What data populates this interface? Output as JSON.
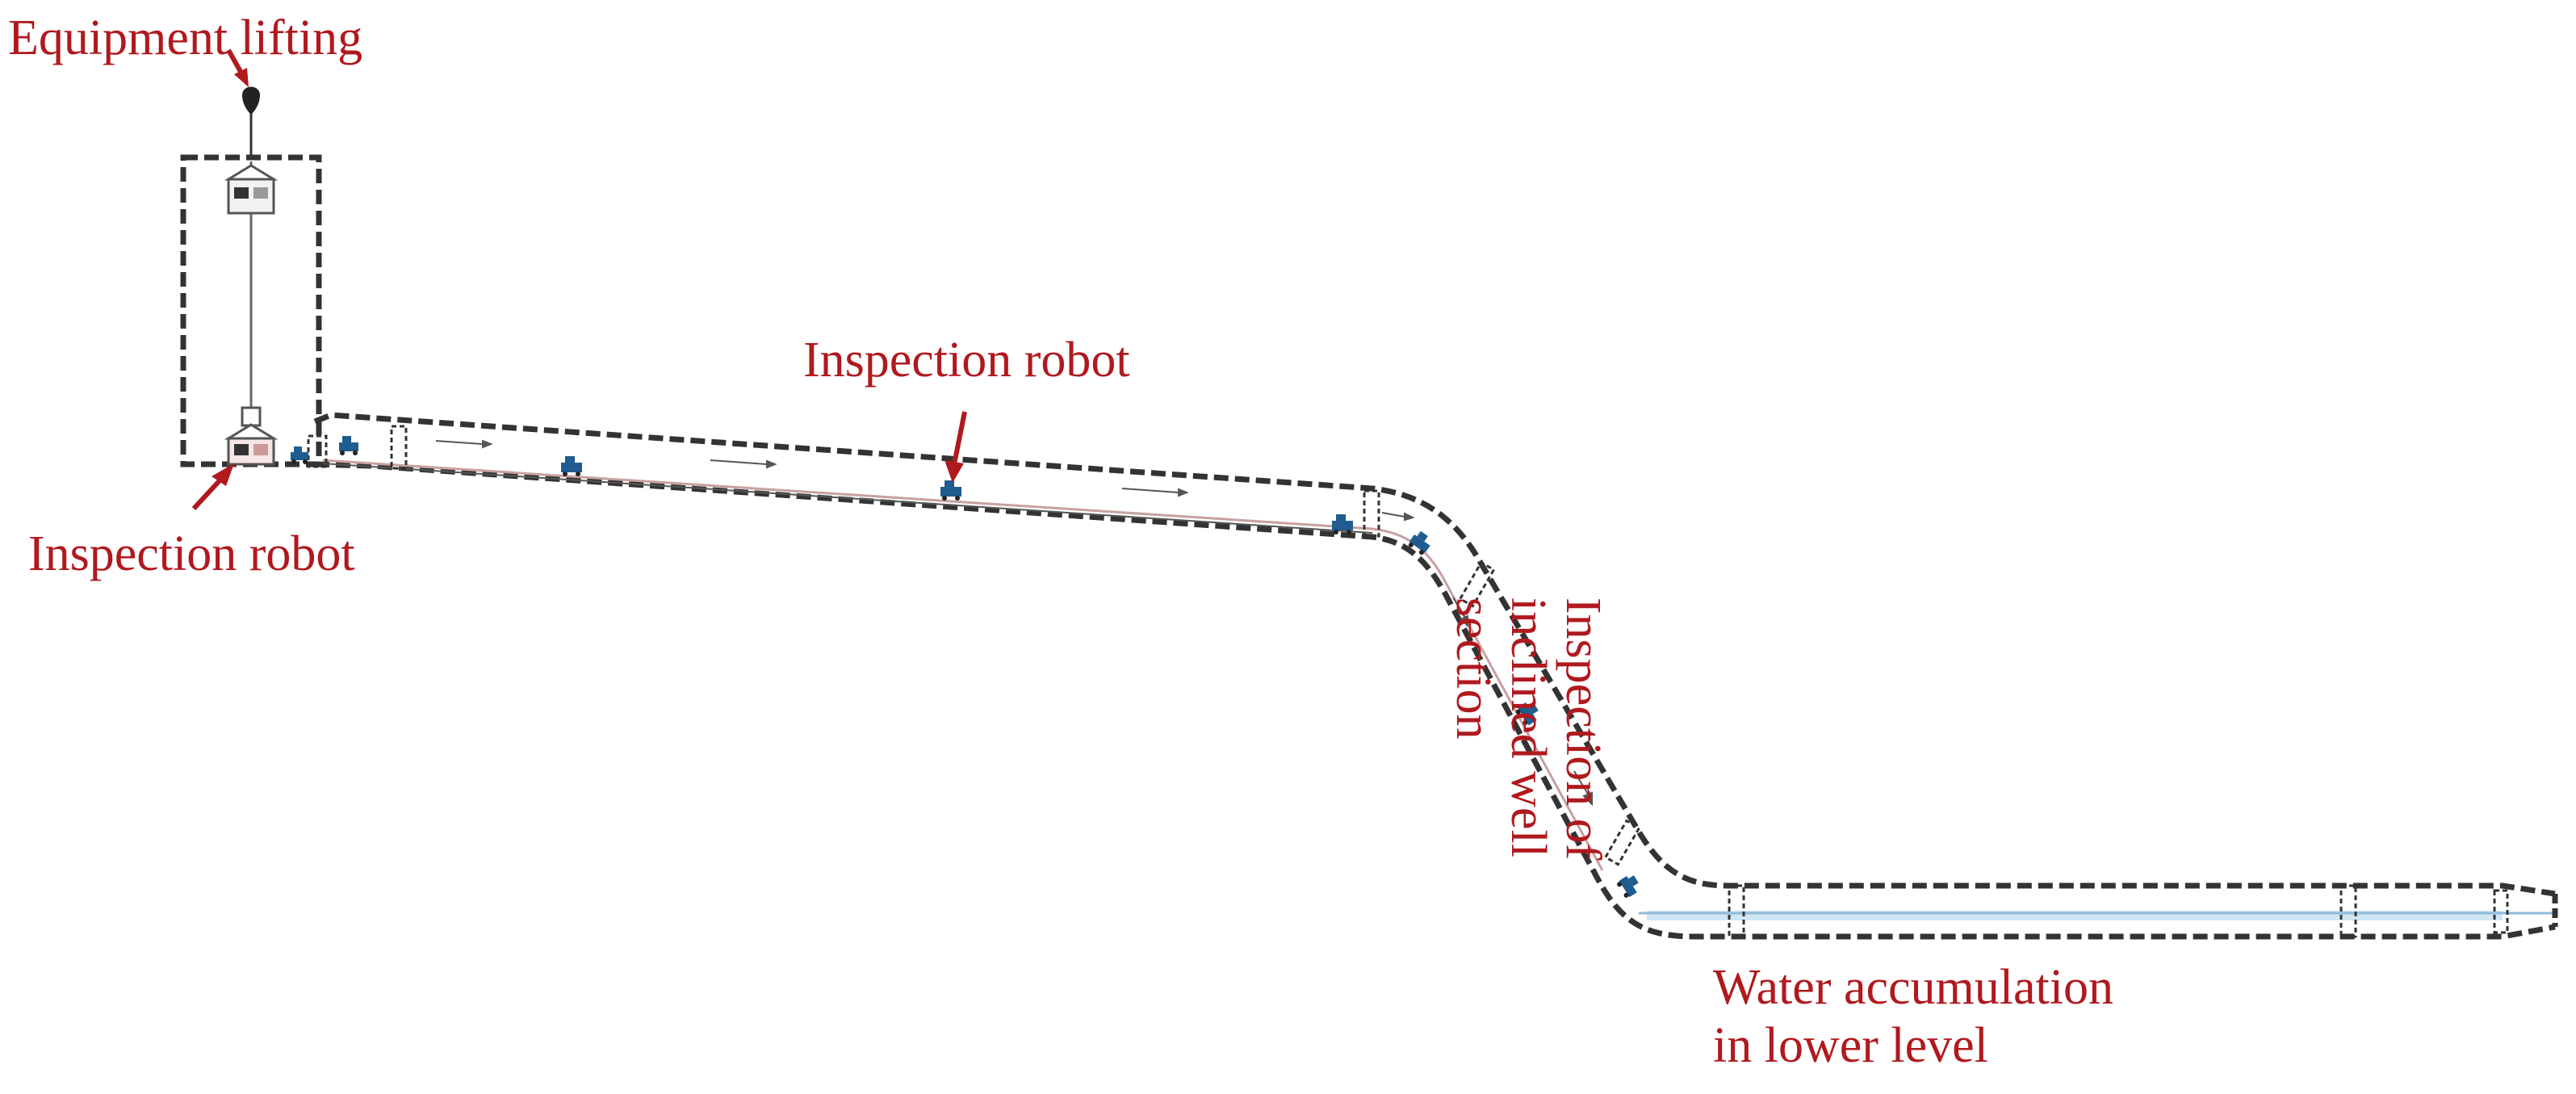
{
  "colors": {
    "label": "#B0191E",
    "outline": "#333333",
    "robot": "#1F5C8F",
    "water": "#CFE6F5",
    "rail": "#C9A0A0"
  },
  "labels": {
    "equipment_lifting": "Equipment lifting",
    "robot_top": "Inspection robot",
    "robot_left": "Inspection robot",
    "inclined_line1": "Inspection of",
    "inclined_line2": "inclined well",
    "inclined_line3": "section",
    "water_line1": "Water accumulation",
    "water_line2": "in lower level"
  },
  "icons": [
    "hoist-hook-icon",
    "hoist-cage-icon",
    "robot-icon",
    "flow-arrow-icon"
  ]
}
